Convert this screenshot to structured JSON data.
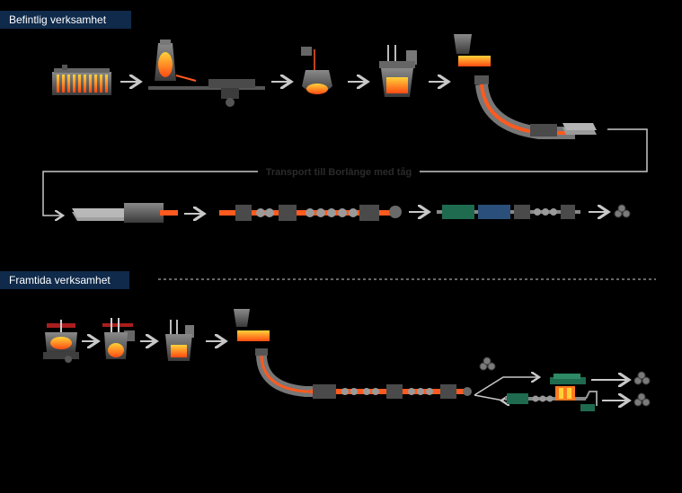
{
  "sections": {
    "current": {
      "label": "Befintlig verksamhet"
    },
    "future": {
      "label": "Framtida verksamhet"
    }
  },
  "transport_caption": "Transport till Borlänge med tåg",
  "colors": {
    "background": "#000000",
    "label_bg": "#0f2a4a",
    "hot_metal": "#ff5a1f",
    "glow": "#ffd23a",
    "steel_gray": "#5a5a5a",
    "arrow": "#c8c8c8",
    "green_unit": "#1f6b4f",
    "blue_unit": "#2a4f7a",
    "slab": "#8c8c8c"
  },
  "icons": {
    "coke_oven": "coke-oven-icon",
    "blast_furnace": "blast-furnace-icon",
    "converter": "converter-icon",
    "ladle_furnace": "ladle-furnace-icon",
    "continuous_caster": "continuous-caster-icon",
    "slab_stack": "slab-stack-icon",
    "reheating_furnace": "reheating-furnace-icon",
    "hot_rolling_mill": "hot-rolling-mill-icon",
    "pickling_line": "pickling-line-icon",
    "coil": "coil-icon",
    "electric_arc_furnace": "electric-arc-furnace-icon"
  }
}
